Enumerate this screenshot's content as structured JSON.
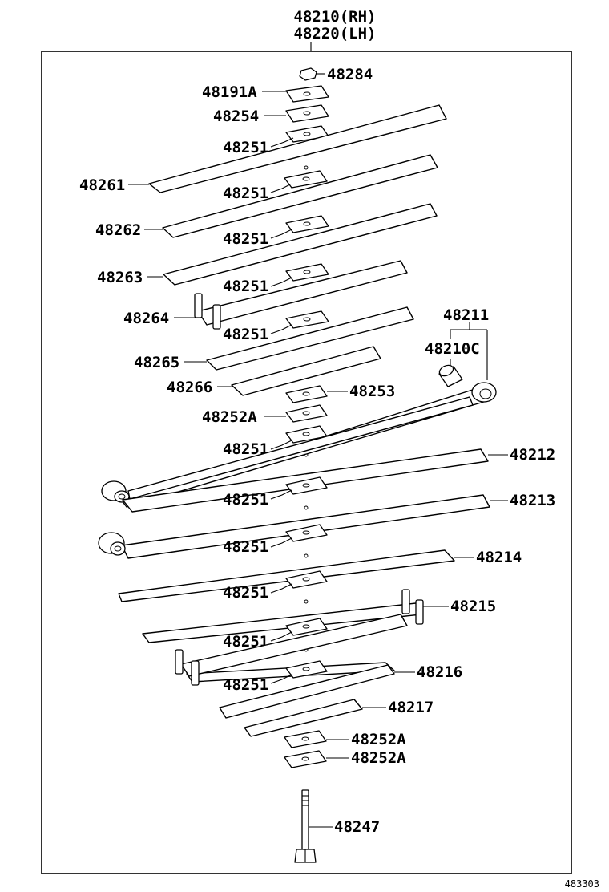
{
  "title": {
    "rh": "48210(RH)",
    "lh": "48220(LH)"
  },
  "figure_number": "483303",
  "labels": {
    "l48284": "48284",
    "l48191a": "48191A",
    "l48254": "48254",
    "l48251_a": "48251",
    "l48261": "48261",
    "l48251_b": "48251",
    "l48262": "48262",
    "l48251_c": "48251",
    "l48263": "48263",
    "l48251_d": "48251",
    "l48264": "48264",
    "l48251_e": "48251",
    "l48265": "48265",
    "l48266": "48266",
    "l48253": "48253",
    "l48252a_top": "48252A",
    "l48251_f": "48251",
    "l48211": "48211",
    "l48210c": "48210C",
    "l48212": "48212",
    "l48251_g": "48251",
    "l48213": "48213",
    "l48251_h": "48251",
    "l48214": "48214",
    "l48251_i": "48251",
    "l48215": "48215",
    "l48251_j": "48251",
    "l48216": "48216",
    "l48251_k": "48251",
    "l48217": "48217",
    "l48252a_b1": "48252A",
    "l48252a_b2": "48252A",
    "l48247": "48247"
  }
}
